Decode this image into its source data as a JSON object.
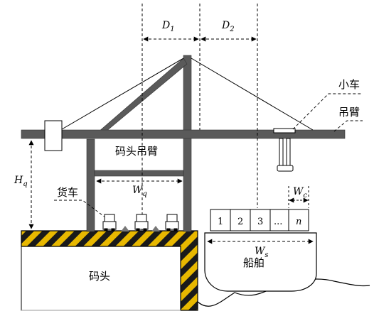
{
  "labels": {
    "d1": "D",
    "d1_sub": "1",
    "d2": "D",
    "d2_sub": "2",
    "hq": "H",
    "hq_sub": "q",
    "wq": "W",
    "wq_sub": "q",
    "wc": "W",
    "wc_sub": "c",
    "ws": "W",
    "ws_sub": "s",
    "trolley": "小车",
    "boom": "吊臂",
    "quay_boom": "码头吊臂",
    "truck": "货车",
    "quay": "码头",
    "ship": "船舶"
  },
  "bays": [
    "1",
    "2",
    "3",
    "...",
    "n"
  ],
  "colors": {
    "steel": "#5a5a5a",
    "hatch_black": "#1a1a1a",
    "hatch_yellow": "#e8b800",
    "line": "#000000"
  }
}
